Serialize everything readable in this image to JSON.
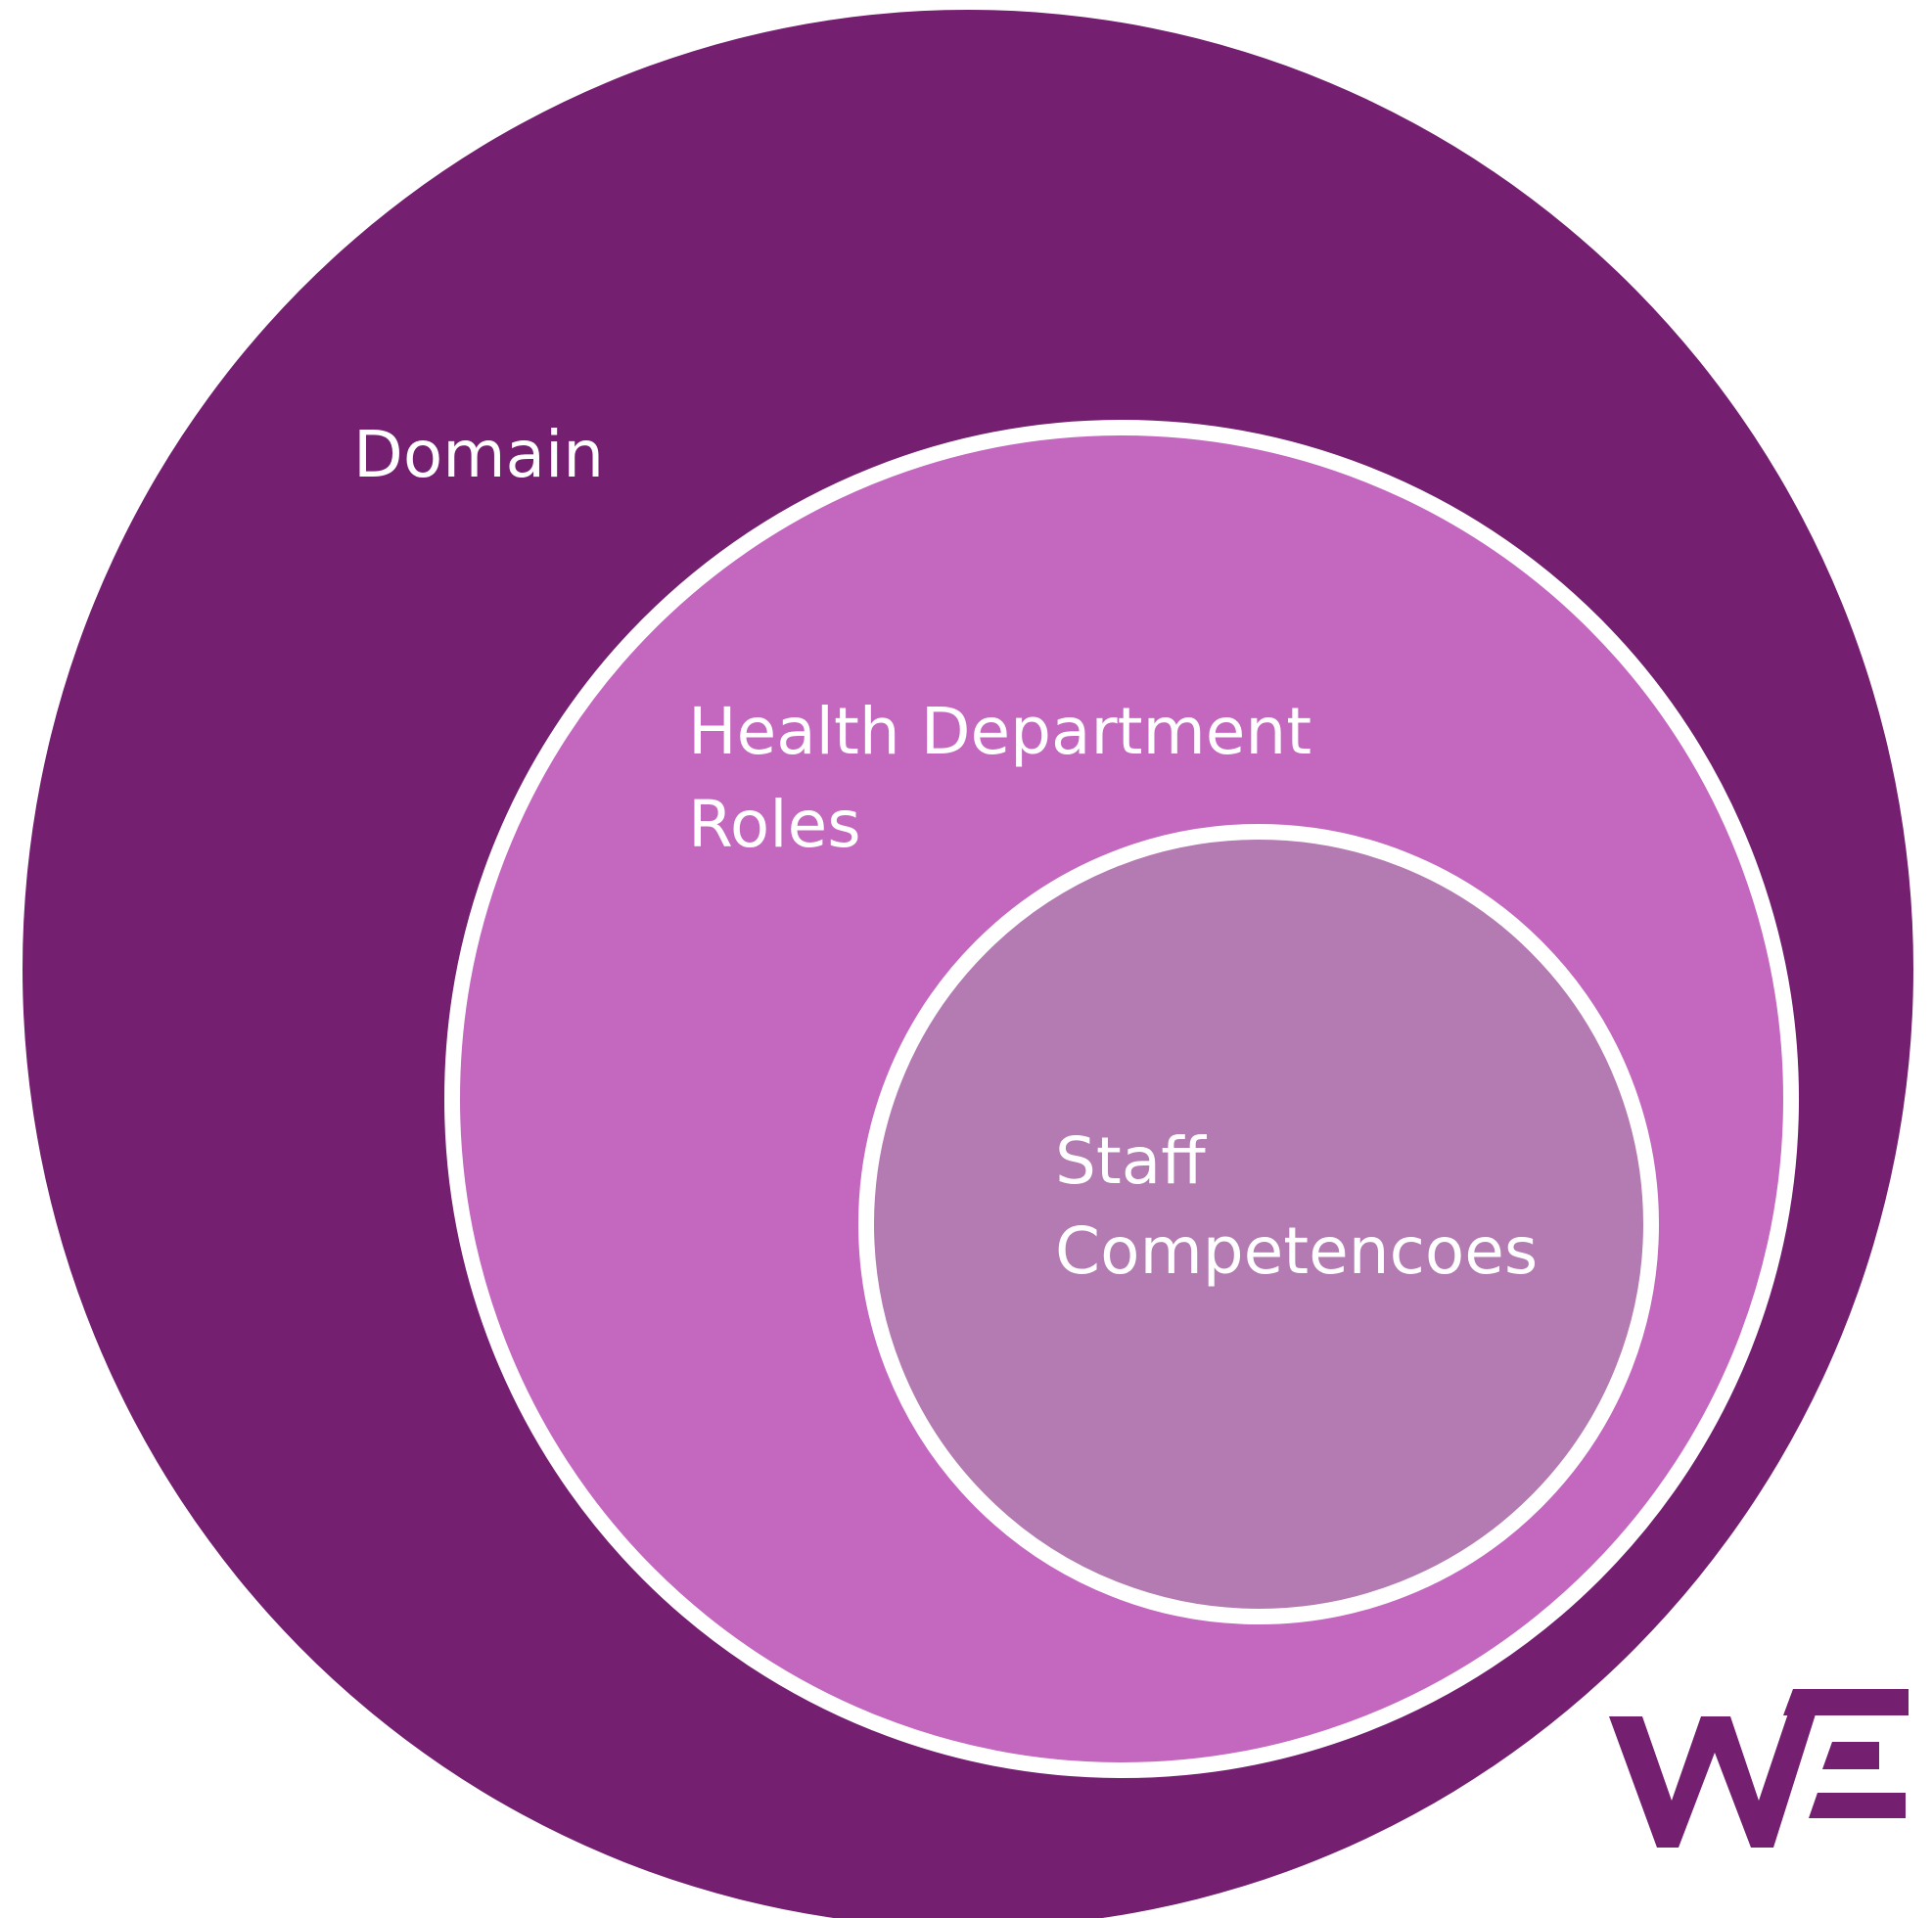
{
  "diagram": {
    "type": "nested-circles",
    "circles": [
      {
        "level": "outer",
        "label": "Domain",
        "fill": "#741f70"
      },
      {
        "level": "middle",
        "label_lines": [
          "Health Department",
          "Roles"
        ],
        "fill": "#c468bf",
        "stroke": "#ffffff"
      },
      {
        "level": "inner",
        "label_lines": [
          "Staff",
          "Competencoes"
        ],
        "fill": "#b47bb2",
        "stroke": "#ffffff"
      }
    ]
  },
  "logo": {
    "name": "WE-logo-icon",
    "text": "WE",
    "color": "#741f70"
  }
}
